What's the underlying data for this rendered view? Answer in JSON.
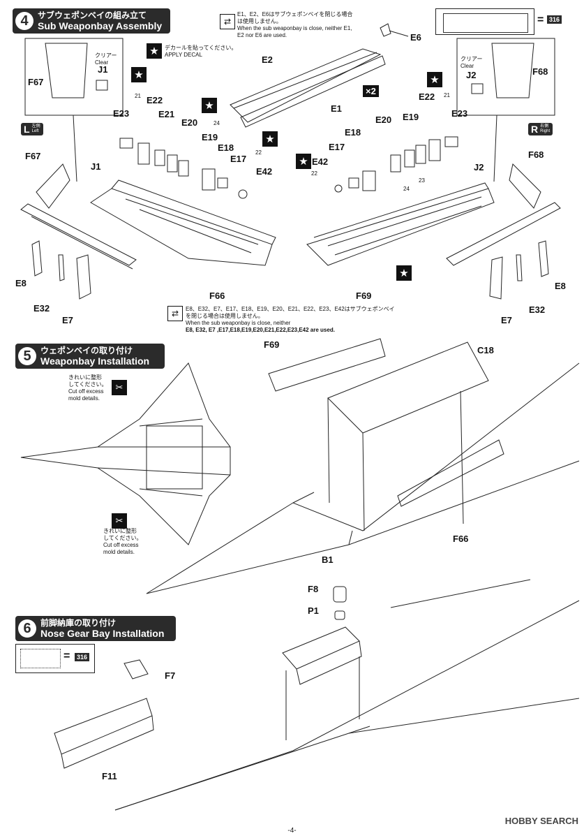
{
  "step4": {
    "number": "4",
    "title_jp": "サブウェポンベイの組み立て",
    "title_en": "Sub Weaponbay Assembly",
    "paint_ref": "316",
    "equals": "=",
    "note_top_jp": "E1、E2、E6はサブウェポンベイを閉じる場合は使用しません。",
    "note_top_en": "When the sub weaponbay is close, neither E1, E2 nor E6 are used.",
    "decal_jp": "デカールを貼ってください。",
    "decal_en": "APPLY DECAL",
    "multiplier": "×2",
    "left_badge": {
      "letter": "L",
      "jp": "左側",
      "en": "Left"
    },
    "right_badge": {
      "letter": "R",
      "jp": "右側",
      "en": "Right"
    },
    "clear_jp": "クリアー",
    "clear_en": "Clear",
    "bottom_note_parts": "E8、E32、E7、E17、E18、E19、E20、E21、E22、E23、E42はサブウェポンベイを閉じる場合は使用しません。",
    "bottom_note_en1": "When the sub weaponbay is close, neither",
    "bottom_note_en2": "E8, E32, E7 ,E17,E18,E19,E20,E21,E22,E23,E42 are used.",
    "decal_numbers": [
      "21",
      "24",
      "22",
      "22",
      "21",
      "24",
      "23"
    ],
    "labels": {
      "E6": "E6",
      "E2": "E2",
      "E1": "E1",
      "J1": "J1",
      "F67": "F67",
      "J2": "J2",
      "F68": "F68",
      "E22L": "E22",
      "E21": "E21",
      "E23L": "E23",
      "E20L": "E20",
      "E19L": "E19",
      "E18L": "E18",
      "E17L": "E17",
      "E42L": "E42",
      "F67b": "F67",
      "J1b": "J1",
      "E8L": "E8",
      "E32L": "E32",
      "E7L": "E7",
      "F66": "F66",
      "E22R": "E22",
      "E23R": "E23",
      "E20R": "E20",
      "E19R": "E19",
      "E18R": "E18",
      "E17R": "E17",
      "E42R": "E42",
      "F68b": "F68",
      "J2b": "J2",
      "E8R": "E8",
      "E32R": "E32",
      "E7R": "E7",
      "F69": "F69"
    }
  },
  "step5": {
    "number": "5",
    "title_jp": "ウェポンベイの取り付け",
    "title_en": "Weaponbay Installation",
    "trim_jp_1": "きれいに整形",
    "trim_jp_2": "してください。",
    "trim_en_1": "Cut off excess",
    "trim_en_2": "mold details.",
    "labels": {
      "F69": "F69",
      "C18": "C18",
      "F66": "F66",
      "B1": "B1"
    }
  },
  "step6": {
    "number": "6",
    "title_jp": "前脚納庫の取り付け",
    "title_en": "Nose Gear Bay Installation",
    "paint_ref": "316",
    "equals": "=",
    "labels": {
      "F7": "F7",
      "F11": "F11",
      "F8": "F8",
      "P1": "P1"
    }
  },
  "footer": {
    "page": "-4-",
    "watermark": "HOBBY SEARCH"
  }
}
